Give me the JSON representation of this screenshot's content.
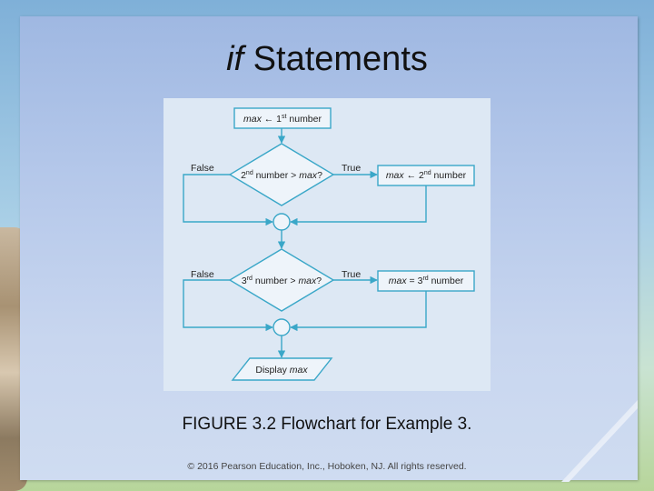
{
  "slide": {
    "title_italic": "if",
    "title_rest": " Statements",
    "caption": "FIGURE 3.2  Flowchart for Example 3.",
    "copyright": "© 2016 Pearson Education, Inc., Hoboken, NJ.  All rights reserved."
  },
  "flowchart": {
    "start_box": {
      "var": "max",
      "op": " ← 1",
      "sup": "st",
      "rest": " number"
    },
    "decision1": {
      "pre": "2",
      "sup": "nd",
      "mid": " number > ",
      "var": "max",
      "post": "?"
    },
    "assign1": {
      "var": "max",
      "op": " ← 2",
      "sup": "nd",
      "rest": " number"
    },
    "decision2": {
      "pre": "3",
      "sup": "rd",
      "mid": " number > ",
      "var": "max",
      "post": "?"
    },
    "assign2": {
      "var": "max",
      "op": " = 3",
      "sup": "rd",
      "rest": " number"
    },
    "false_label": "False",
    "true_label": "True",
    "output": {
      "pre": "Display ",
      "var": "max"
    },
    "colors": {
      "stroke": "#3aa7c8",
      "background": "#dde8f4",
      "shape_fill": "#eef4fa"
    }
  }
}
